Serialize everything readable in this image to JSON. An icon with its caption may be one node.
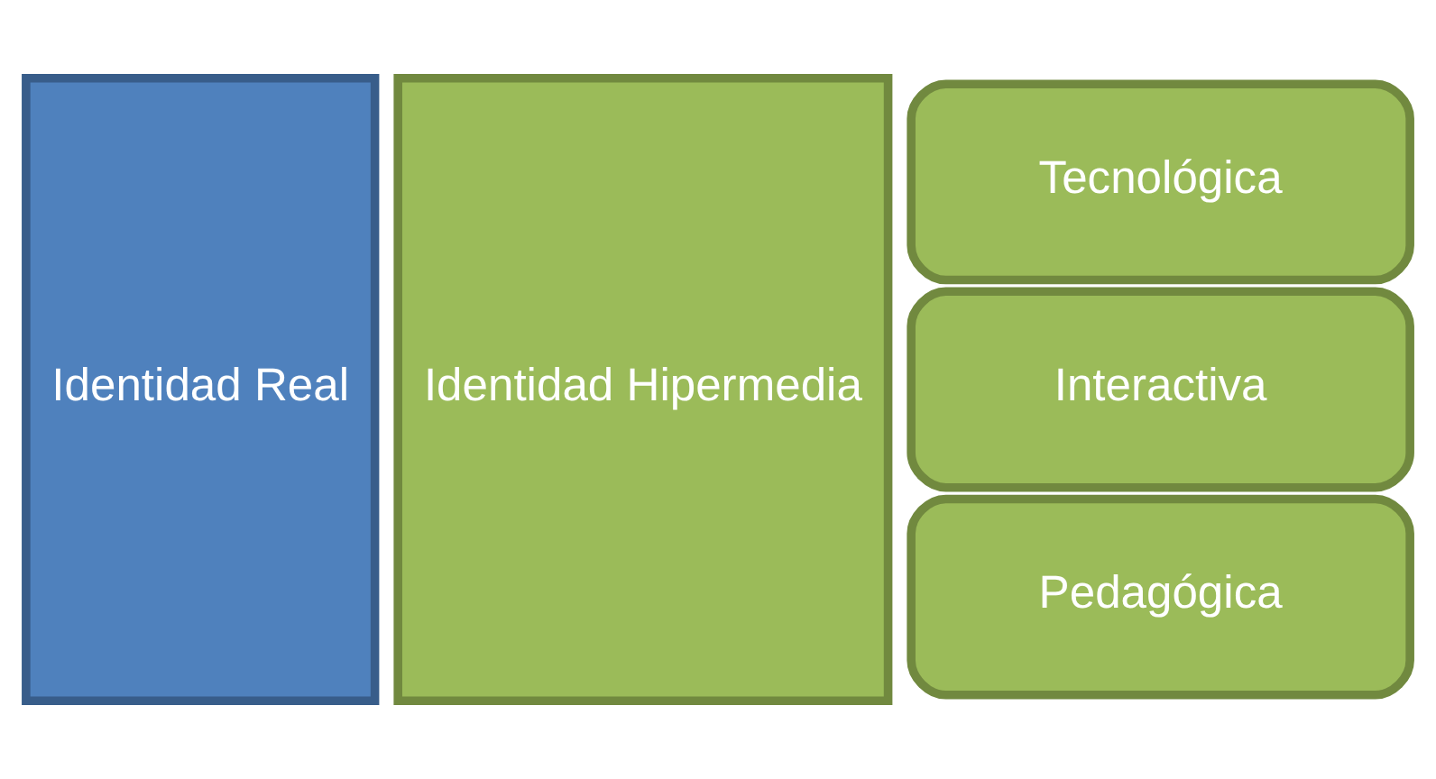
{
  "diagram": {
    "nodes": [
      {
        "text": [
          "Identidad Real"
        ]
      },
      {
        "text": [
          "Identidad Hipermedia"
        ]
      },
      {
        "text": [
          "Tecnológica"
        ]
      },
      {
        "text": [
          "Interactiva"
        ]
      },
      {
        "text": [
          "Pedagógica"
        ]
      }
    ],
    "edges": []
  }
}
